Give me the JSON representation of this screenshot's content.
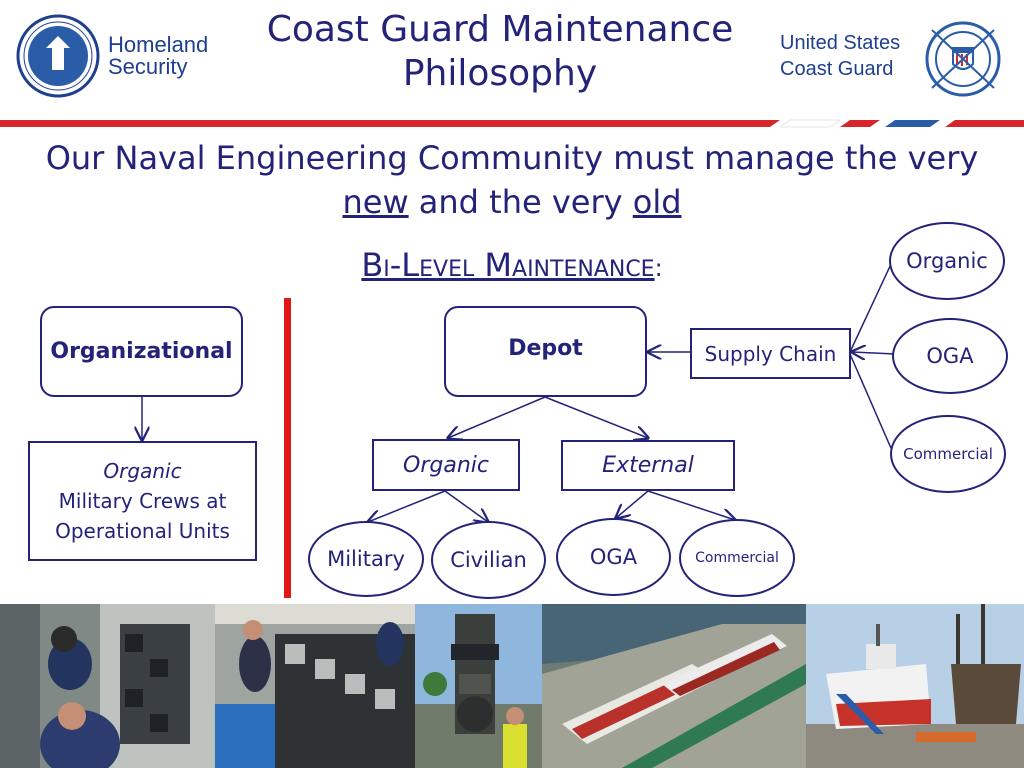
{
  "header": {
    "title": "Coast Guard Maintenance Philosophy",
    "dhs_label_line1": "Homeland",
    "dhs_label_line2": "Security",
    "uscg_label_line1": "United States",
    "uscg_label_line2": "Coast Guard"
  },
  "subtitle": {
    "part1": "Our Naval Engineering Community must manage the very ",
    "new": "new",
    "part2": " and the very ",
    "old": "old"
  },
  "bilevel": {
    "heading": "Bi-Level Maintenance",
    "colon": ":"
  },
  "organizational": {
    "title": "Organizational",
    "child_title": "Organic",
    "child_line1": "Military Crews at",
    "child_line2": "Operational Units"
  },
  "depot": {
    "title": "Depot",
    "organic": "Organic",
    "external": "External",
    "military": "Military",
    "civilian": "Civilian",
    "oga": "OGA",
    "commercial": "Commercial"
  },
  "supply_chain": {
    "label": "Supply Chain",
    "organic": "Organic",
    "oga": "OGA",
    "commercial": "Commercial"
  },
  "colors": {
    "navy": "#23237a",
    "stripe_red": "#d7262b",
    "divider_red": "#e01818"
  },
  "icons": {
    "dhs_seal": "dhs-seal-icon",
    "uscg_emblem": "uscg-emblem-icon"
  }
}
